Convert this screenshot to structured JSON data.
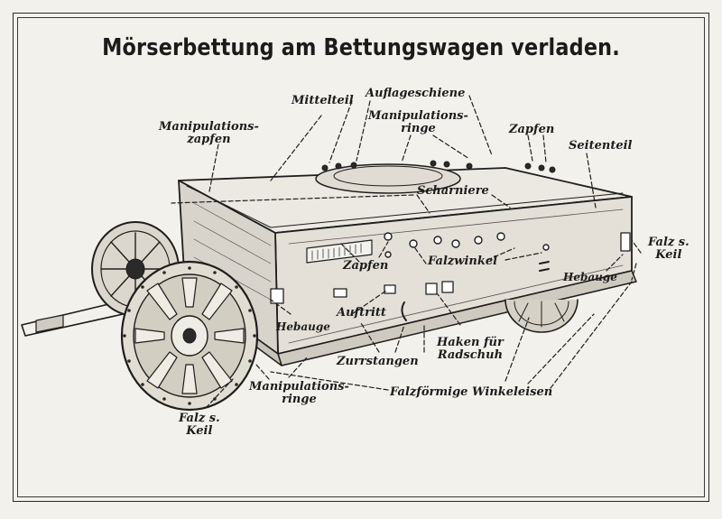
{
  "title": "Mörserbettung am Bettungswagen verladen.",
  "labels": {
    "mittelteil": "Mittelteil",
    "auflageschiene": "Auflageschiene",
    "manipulationsringe_top_1": "Manipulations-",
    "manipulationsringe_top_2": "ringe",
    "zapfen_top": "Zapfen",
    "manipulationszapfen_1": "Manipulations-",
    "manipulationszapfen_2": "zapfen",
    "seitenteil": "Seitenteil",
    "scharniere": "Scharniere",
    "zapfen_mid": "Zapfen",
    "falzwinkel": "Falzwinkel",
    "falz_keil_right_1": "Falz s.",
    "falz_keil_right_2": "Keil",
    "hebauge_right": "Hebauge",
    "hebauge_left": "Hebauge",
    "auftritt": "Auftritt",
    "zurrstangen": "Zurrstangen",
    "haken_1": "Haken für",
    "haken_2": "Radschuh",
    "manipulationsringe_bottom_1": "Manipulations-",
    "manipulationsringe_bottom_2": "ringe",
    "falzfoermige": "Falzförmige Winkeleisen",
    "falz_keil_left_1": "Falz s.",
    "falz_keil_left_2": "Keil"
  }
}
